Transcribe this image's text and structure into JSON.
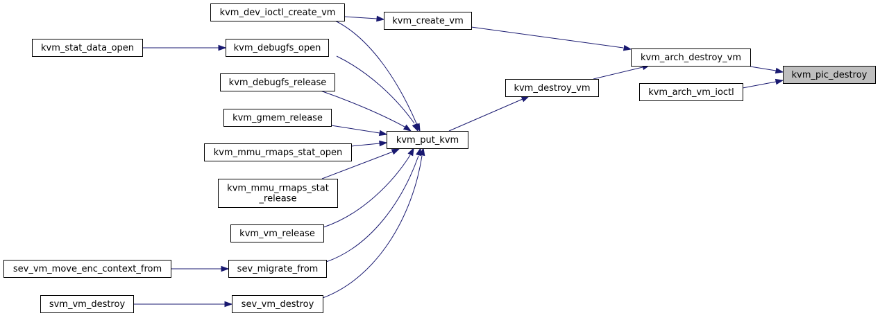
{
  "diagram": {
    "type": "caller-graph",
    "focus_node": "kvm_pic_destroy",
    "nodes": [
      {
        "id": "kvm_pic_destroy",
        "lines": [
          "kvm_pic_destroy"
        ],
        "highlight": true
      },
      {
        "id": "kvm_arch_destroy_vm",
        "lines": [
          "kvm_arch_destroy_vm"
        ]
      },
      {
        "id": "kvm_arch_vm_ioctl",
        "lines": [
          "kvm_arch_vm_ioctl"
        ]
      },
      {
        "id": "kvm_create_vm",
        "lines": [
          "kvm_create_vm"
        ]
      },
      {
        "id": "kvm_destroy_vm",
        "lines": [
          "kvm_destroy_vm"
        ]
      },
      {
        "id": "kvm_dev_ioctl_create_vm",
        "lines": [
          "kvm_dev_ioctl_create_vm"
        ]
      },
      {
        "id": "kvm_put_kvm",
        "lines": [
          "kvm_put_kvm"
        ]
      },
      {
        "id": "kvm_debugfs_open",
        "lines": [
          "kvm_debugfs_open"
        ]
      },
      {
        "id": "kvm_stat_data_open",
        "lines": [
          "kvm_stat_data_open"
        ]
      },
      {
        "id": "kvm_debugfs_release",
        "lines": [
          "kvm_debugfs_release"
        ]
      },
      {
        "id": "kvm_gmem_release",
        "lines": [
          "kvm_gmem_release"
        ]
      },
      {
        "id": "kvm_mmu_rmaps_stat_open",
        "lines": [
          "kvm_mmu_rmaps_stat_open"
        ]
      },
      {
        "id": "kvm_mmu_rmaps_stat_release",
        "lines": [
          "kvm_mmu_rmaps_stat",
          "_release"
        ]
      },
      {
        "id": "kvm_vm_release",
        "lines": [
          "kvm_vm_release"
        ]
      },
      {
        "id": "sev_migrate_from",
        "lines": [
          "sev_migrate_from"
        ]
      },
      {
        "id": "sev_vm_move_enc_context_from",
        "lines": [
          "sev_vm_move_enc_context_from"
        ]
      },
      {
        "id": "sev_vm_destroy",
        "lines": [
          "sev_vm_destroy"
        ]
      },
      {
        "id": "svm_vm_destroy",
        "lines": [
          "svm_vm_destroy"
        ]
      }
    ],
    "edges": [
      {
        "from": "kvm_arch_destroy_vm",
        "to": "kvm_pic_destroy"
      },
      {
        "from": "kvm_arch_vm_ioctl",
        "to": "kvm_pic_destroy"
      },
      {
        "from": "kvm_create_vm",
        "to": "kvm_arch_destroy_vm"
      },
      {
        "from": "kvm_destroy_vm",
        "to": "kvm_arch_destroy_vm"
      },
      {
        "from": "kvm_dev_ioctl_create_vm",
        "to": "kvm_create_vm"
      },
      {
        "from": "kvm_put_kvm",
        "to": "kvm_destroy_vm"
      },
      {
        "from": "kvm_dev_ioctl_create_vm",
        "to": "kvm_put_kvm"
      },
      {
        "from": "kvm_debugfs_open",
        "to": "kvm_put_kvm"
      },
      {
        "from": "kvm_debugfs_release",
        "to": "kvm_put_kvm"
      },
      {
        "from": "kvm_gmem_release",
        "to": "kvm_put_kvm"
      },
      {
        "from": "kvm_mmu_rmaps_stat_open",
        "to": "kvm_put_kvm"
      },
      {
        "from": "kvm_mmu_rmaps_stat_release",
        "to": "kvm_put_kvm"
      },
      {
        "from": "kvm_vm_release",
        "to": "kvm_put_kvm"
      },
      {
        "from": "sev_migrate_from",
        "to": "kvm_put_kvm"
      },
      {
        "from": "sev_vm_destroy",
        "to": "kvm_put_kvm"
      },
      {
        "from": "kvm_stat_data_open",
        "to": "kvm_debugfs_open"
      },
      {
        "from": "sev_vm_move_enc_context_from",
        "to": "sev_migrate_from"
      },
      {
        "from": "svm_vm_destroy",
        "to": "sev_vm_destroy"
      }
    ]
  },
  "colors": {
    "edge": "#191970",
    "node_border": "#000000",
    "node_fill": "#ffffff",
    "highlight_fill": "#bfbfbf"
  }
}
